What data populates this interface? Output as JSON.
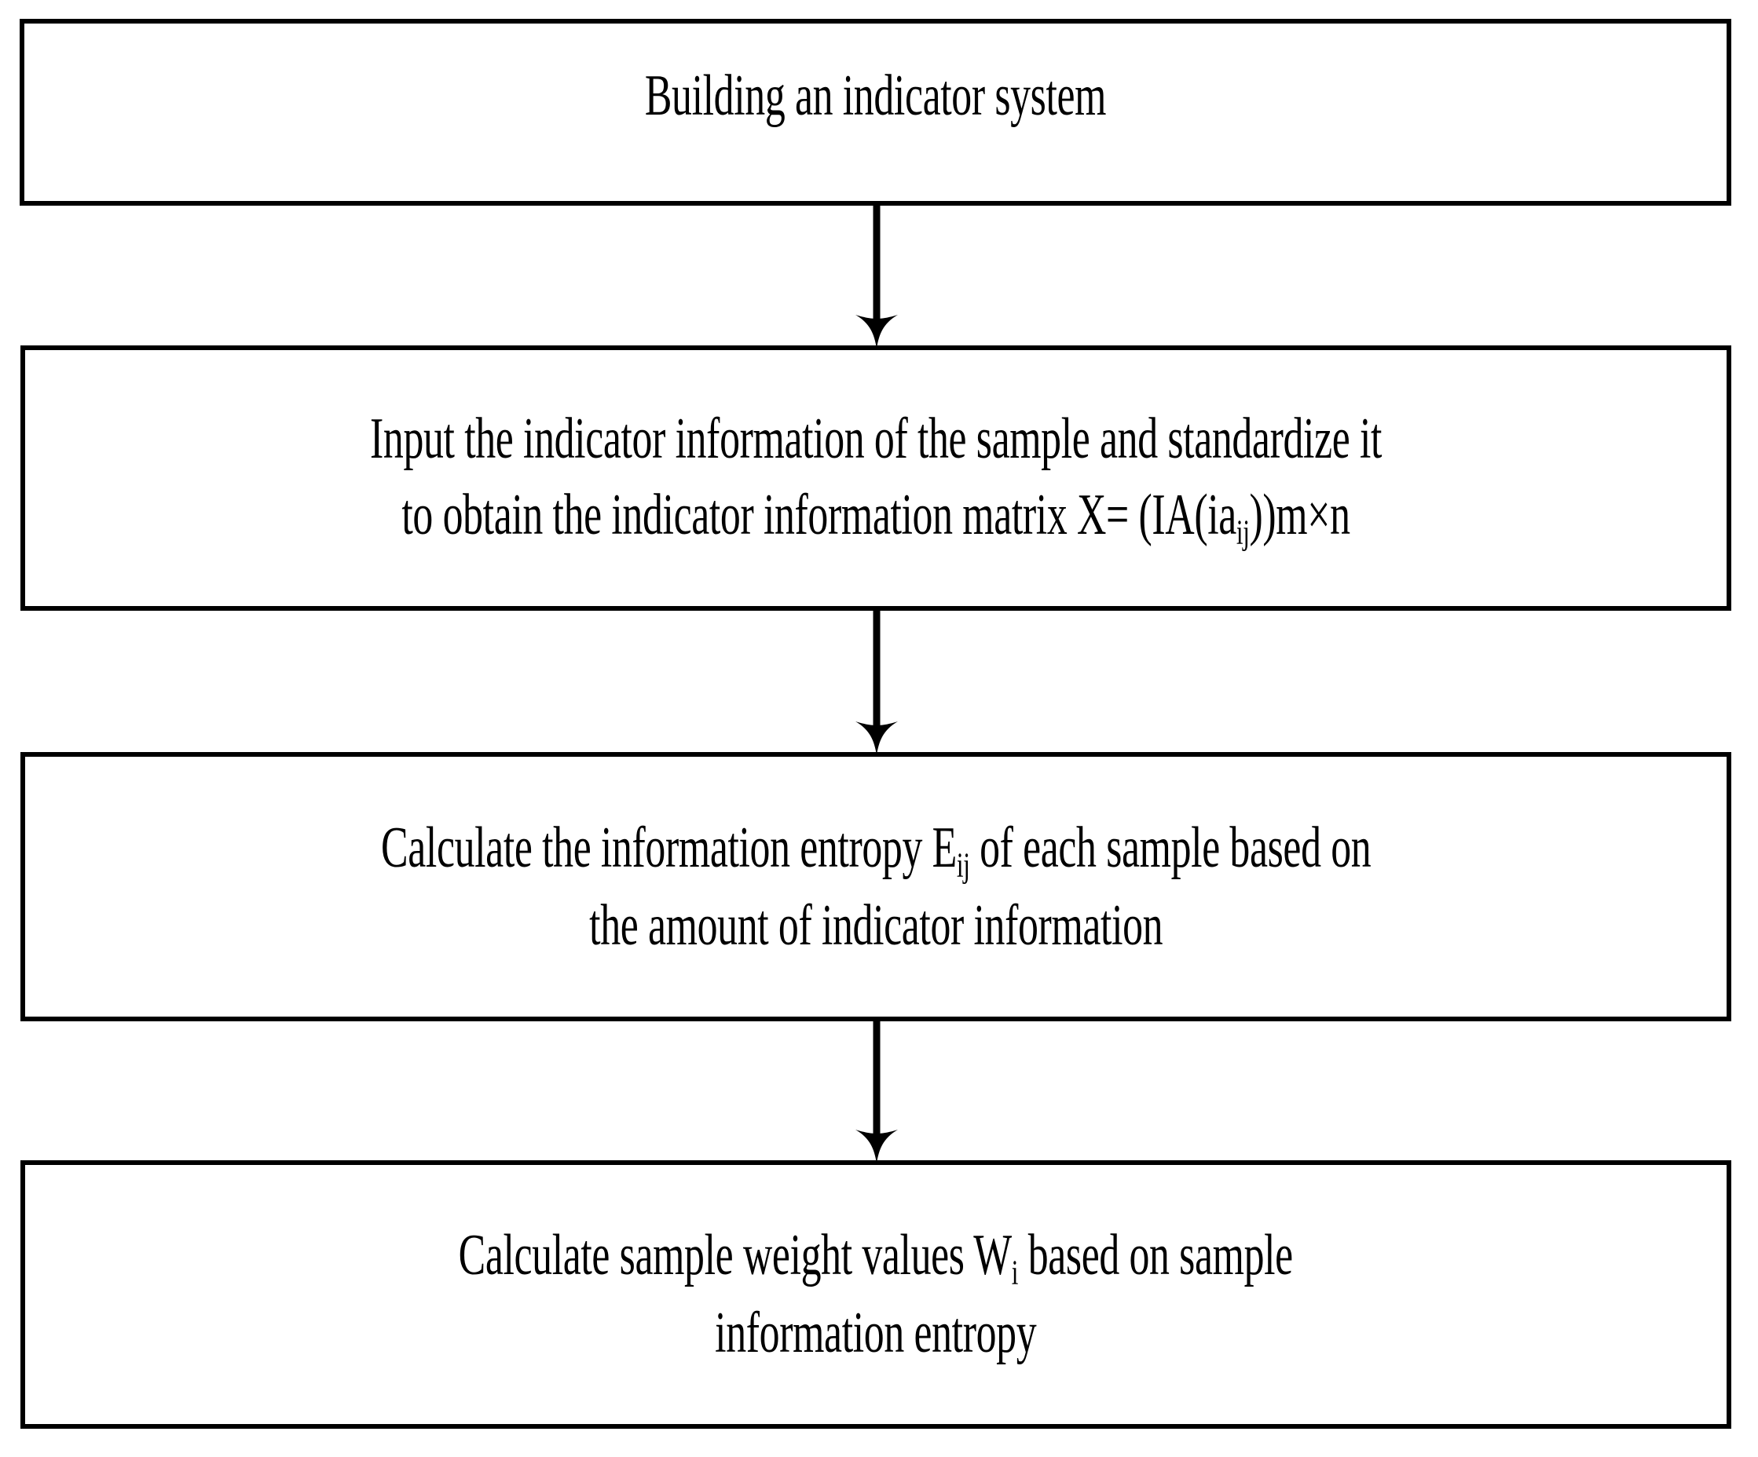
{
  "diagram": {
    "title": "Entropy weight method flowchart",
    "orientation": "vertical-top-down",
    "background_color": "#ffffff",
    "line_color": "#000000",
    "text_color": "#000000",
    "nodes": [
      {
        "id": "node-1",
        "shape": "rectangle",
        "lines": [
          "Building an indicator system"
        ],
        "line1": "Building an indicator system",
        "line2": ""
      },
      {
        "id": "node-2",
        "shape": "rectangle",
        "lines": [
          "Input the indicator information of the sample and standardize it",
          "to obtain the indicator information matrix X= (IA(iaᵢⱼ))m×n"
        ],
        "line1": "Input the indicator information of the sample and standardize it",
        "line2_pre": "to obtain the indicator information matrix X= (IA(ia",
        "line2_sub": "ij",
        "line2_post": "))m×n"
      },
      {
        "id": "node-3",
        "shape": "rectangle",
        "lines": [
          "Calculate the information entropy Eᵢⱼ of each sample based on",
          "the amount of indicator information"
        ],
        "line1_pre": "Calculate the information entropy E",
        "line1_sub": "ij",
        "line1_post": " of each sample based on",
        "line2": "the amount of indicator information"
      },
      {
        "id": "node-4",
        "shape": "rectangle",
        "lines": [
          "Calculate sample weight values Wᵢ based on sample",
          "information entropy"
        ],
        "line1_pre": "Calculate sample weight values W",
        "line1_sub": "i",
        "line1_post": " based on sample",
        "line2": "information entropy"
      }
    ],
    "edges": [
      {
        "id": "edge-1",
        "from": "node-1",
        "to": "node-2",
        "label": "",
        "arrowhead": "concave-solid-down"
      },
      {
        "id": "edge-2",
        "from": "node-2",
        "to": "node-3",
        "label": "",
        "arrowhead": "concave-solid-down"
      },
      {
        "id": "edge-3",
        "from": "node-3",
        "to": "node-4",
        "label": "",
        "arrowhead": "concave-solid-down"
      }
    ]
  }
}
